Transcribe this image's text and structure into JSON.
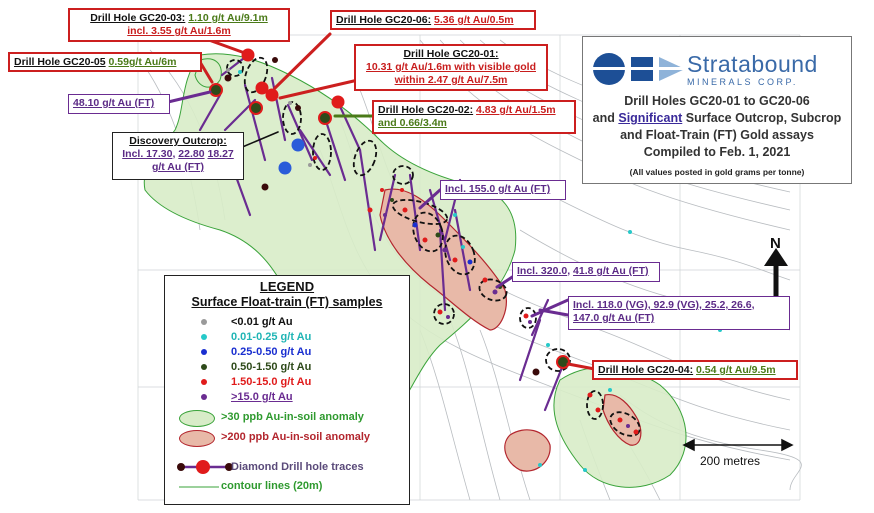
{
  "title_box": {
    "brand_name": "Stratabound",
    "brand_sub": "MINERALS CORP.",
    "line1": "Drill Holes GC20-01 to GC20-06",
    "line2_pre": "and ",
    "line2_sig": "Significant",
    "line2_post": " Surface Outcrop, Subcrop",
    "line3": "and Float-Train (FT) Gold assays",
    "line4": "Compiled to Feb. 1, 2021",
    "note": "(All values posted in gold grams per tonne)"
  },
  "callouts": {
    "gc20_03": {
      "head": "Drill Hole GC20-03:",
      "val": "1.10 g/t Au/9.1m",
      "incl": "incl. 3.55 g/t Au/1.6m"
    },
    "gc20_06": {
      "head": "Drill Hole GC20-06:",
      "val": "5.36 g/t Au/0.5m"
    },
    "gc20_05": {
      "head": "Drill Hole GC20-05",
      "val": "0.59g/t Au/6m"
    },
    "gc20_01": {
      "head": "Drill Hole GC20-01:",
      "line1": "10.31 g/t Au/1.6m with visible gold",
      "line2": "within 2.47 g/t Au/7.5m"
    },
    "gc20_02": {
      "head": "Drill Hole GC20-02:",
      "val": "4.83 g/t Au/1.5m",
      "line2": "and 0.66/3.4m"
    },
    "ft_48": {
      "text": "48.10 g/t Au (FT)"
    },
    "discovery": {
      "head": "Discovery Outcrop:",
      "incl_pre": "Incl. 17.30",
      "mid": ", ",
      "v2": "22.80",
      "v3": "18.27",
      "line2": "g/t Au (FT)"
    },
    "ft_155": {
      "text": "Incl. 155.0 g/t Au (FT)"
    },
    "ft_320": {
      "pre": "Incl. 320.0",
      "mid": ", ",
      "v2": "41.8 g/t Au (FT)"
    },
    "ft_118": {
      "line1": "Incl. 118.0 (VG), 92.9 (VG), 25.2, 26.6,",
      "line2": "147.0 g/t Au (FT)"
    },
    "gc20_04": {
      "head": "Drill Hole GC20-04:",
      "val": "0.54 g/t Au/9.5m"
    }
  },
  "legend": {
    "title": "LEGEND",
    "subtitle": "Surface Float-train (FT) samples",
    "classes": [
      {
        "label": "<0.01 g/t Au",
        "color": "#9a9a9a",
        "text_color": "#111111"
      },
      {
        "label": "0.01-0.25 g/t Au",
        "color": "#26c9c9",
        "text_color": "#20b5b5"
      },
      {
        "label": "0.25-0.50 g/t Au",
        "color": "#1a2fd0",
        "text_color": "#1a2fd0"
      },
      {
        "label": "0.50-1.50 g/t Au",
        "color": "#2e4a1a",
        "text_color": "#2e4a1a"
      },
      {
        "label": "1.50-15.0 g/t Au",
        "color": "#e01b1b",
        "text_color": "#e01b1b"
      },
      {
        "label": ">15.0 g/t Au",
        "color": "#6a2c91",
        "text_color": "#6a2c91"
      }
    ],
    "soil30": ">30 ppb Au-in-soil anomaly",
    "soil200": ">200 ppb Au-in-soil anomaly",
    "drill": "Diamond Drill hole traces",
    "contour": "contour lines (20m)"
  },
  "north_label": "N",
  "scale_label": "200 metres",
  "colors": {
    "soil30_fill": "#d8ecc8",
    "soil30_stroke": "#3aa33a",
    "soil200_fill": "#e8b9a8",
    "soil200_stroke": "#b3262e",
    "callout_red": "#cc1f1f",
    "ft_purple": "#6a2c91",
    "contour": "#b8bcc0"
  }
}
